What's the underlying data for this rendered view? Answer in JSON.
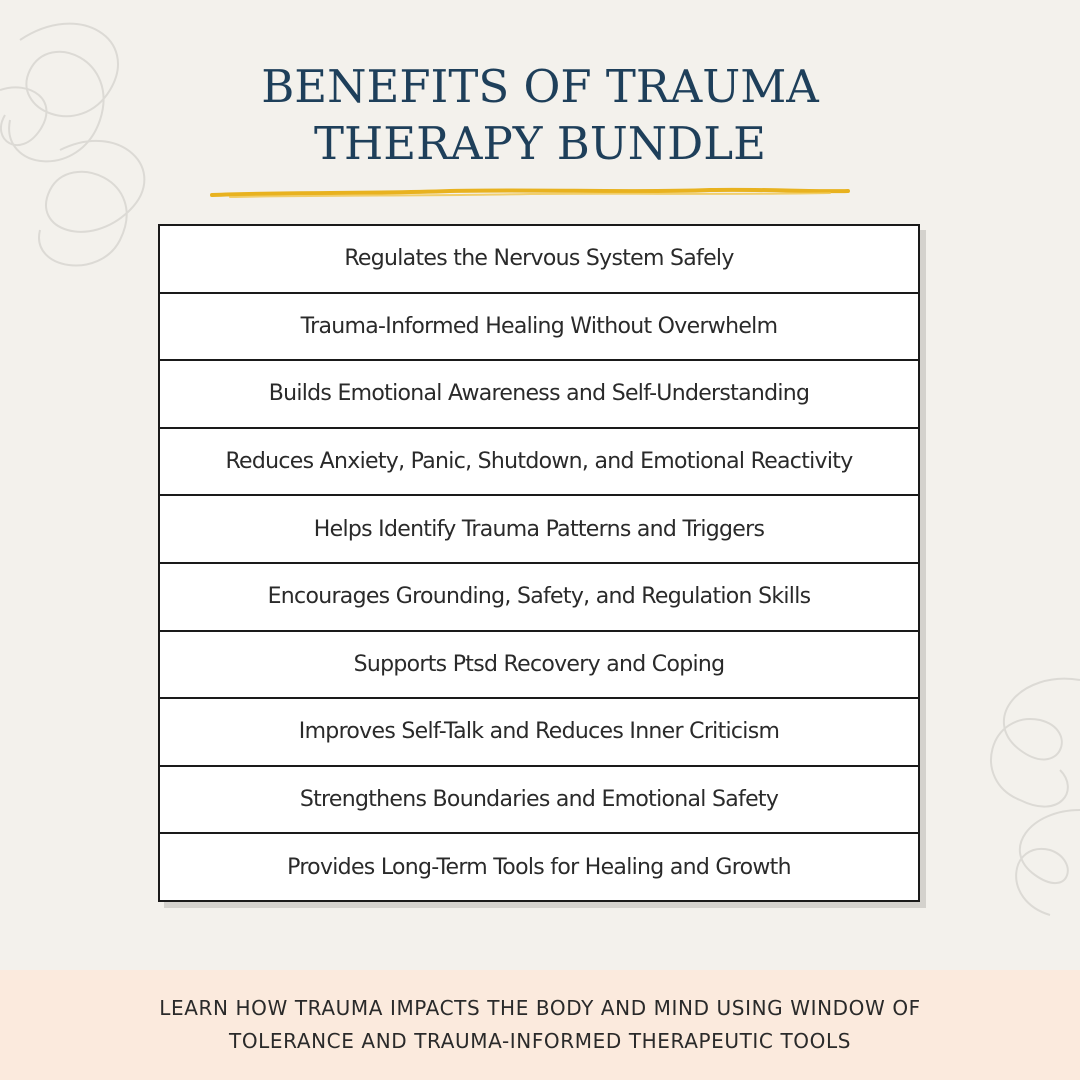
{
  "title": {
    "line1": "Benefits of Trauma",
    "line2": "Therapy Bundle"
  },
  "accent_colors": {
    "title": "#1e3f5a",
    "underline": "#e8b21f",
    "footer_bg": "#fbeadd"
  },
  "benefits": [
    "Regulates the Nervous System Safely",
    "Trauma-Informed Healing Without Overwhelm",
    "Builds Emotional Awareness and Self-Understanding",
    "Reduces Anxiety, Panic, Shutdown, and Emotional Reactivity",
    "Helps Identify Trauma Patterns and Triggers",
    "Encourages Grounding, Safety, and Regulation Skills",
    "Supports Ptsd Recovery and Coping",
    "Improves Self-Talk and Reduces Inner Criticism",
    "Strengthens Boundaries and Emotional Safety",
    "Provides Long-Term Tools for Healing and Growth"
  ],
  "footer": {
    "line1": "Learn how trauma impacts the body and mind using Window of",
    "line2": "Tolerance and trauma-informed therapeutic tools"
  }
}
